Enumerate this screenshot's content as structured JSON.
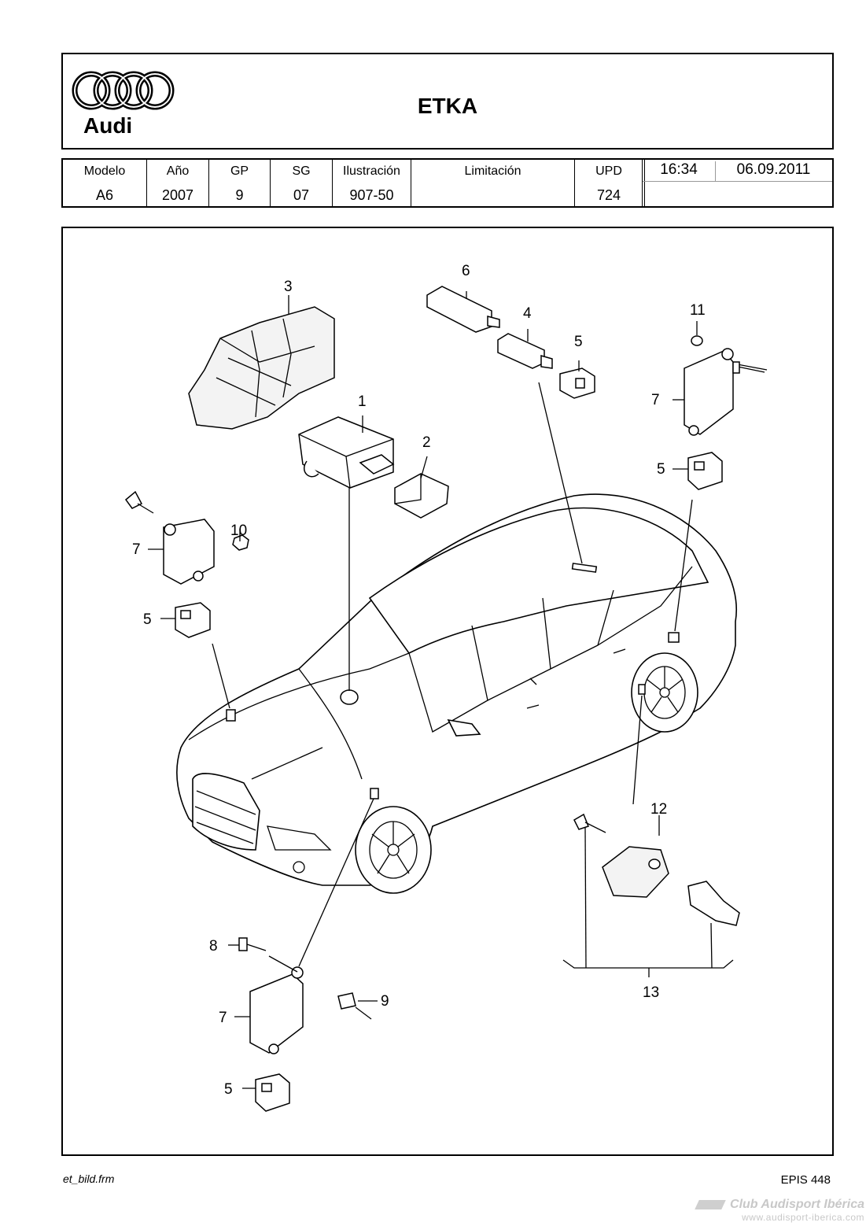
{
  "header": {
    "brand": "Audi",
    "title": "ETKA"
  },
  "info_table": {
    "columns": [
      {
        "label": "Modelo",
        "value": "A6"
      },
      {
        "label": "Año",
        "value": "2007"
      },
      {
        "label": "GP",
        "value": "9"
      },
      {
        "label": "SG",
        "value": "07"
      },
      {
        "label": "Ilustración",
        "value": "907-50"
      },
      {
        "label": "Limitación",
        "value": ""
      },
      {
        "label": "UPD",
        "value": "724"
      }
    ],
    "time": "16:34",
    "date": "06.09.2011"
  },
  "figure": {
    "callouts": [
      "1",
      "2",
      "3",
      "4",
      "5",
      "6",
      "7",
      "8",
      "9",
      "10",
      "11",
      "12",
      "13"
    ]
  },
  "footer": {
    "left": "et_bild.frm",
    "right": "EPIS 448"
  },
  "watermark": {
    "line1": "Club Audisport Ibérica",
    "line2": "www.audisport-iberica.com"
  }
}
